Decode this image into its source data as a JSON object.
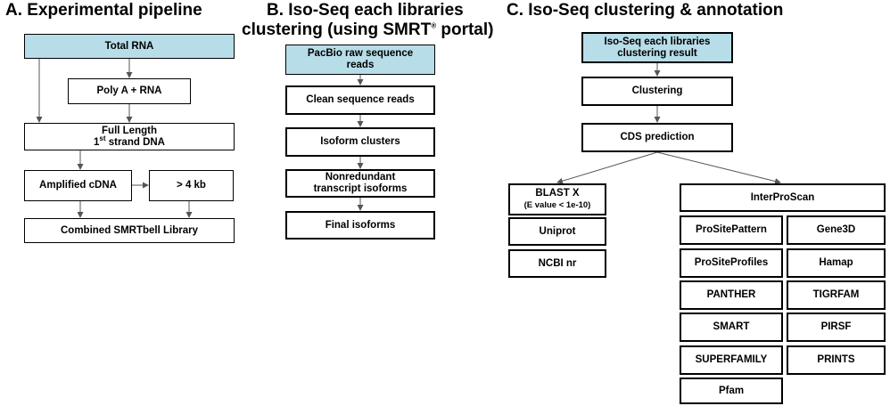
{
  "titles": {
    "a": "A. Experimental pipeline",
    "b_line1": "B. Iso-Seq each libraries",
    "b_line2_pre": "clustering (using SMRT",
    "b_line2_sup": "®",
    "b_line2_post": " portal)",
    "c": "C. Iso-Seq clustering & annotation"
  },
  "panel_a": {
    "total_rna": "Total RNA",
    "poly_a": "Poly A + RNA",
    "full_length_line1": "Full Length",
    "full_length_1": "1",
    "full_length_st": "st",
    "full_length_rest": " strand DNA",
    "amplified": "Amplified cDNA",
    "gt4kb": "> 4 kb",
    "combined": "Combined SMRTbell Library"
  },
  "panel_b": {
    "raw_line1": "PacBio raw sequence",
    "raw_line2": "reads",
    "clean": "Clean sequence reads",
    "isoform_clusters": "Isoform clusters",
    "nonred_line1": "Nonredundant",
    "nonred_line2": "transcript isoforms",
    "final": "Final isoforms"
  },
  "panel_c": {
    "result_line1": "Iso-Seq each libraries",
    "result_line2": "clustering result",
    "clustering": "Clustering",
    "cds": "CDS prediction",
    "blastx": "BLAST X",
    "evalue": "(E value < 1e-10)",
    "uniprot": "Uniprot",
    "ncbi": "NCBI nr",
    "interproscan": "InterProScan",
    "left_col": [
      "ProSitePattern",
      "ProSiteProfiles",
      "PANTHER",
      "SMART",
      "SUPERFAMILY",
      "Pfam"
    ],
    "right_col": [
      "Gene3D",
      "Hamap",
      "TIGRFAM",
      "PIRSF",
      "PRINTS"
    ]
  }
}
